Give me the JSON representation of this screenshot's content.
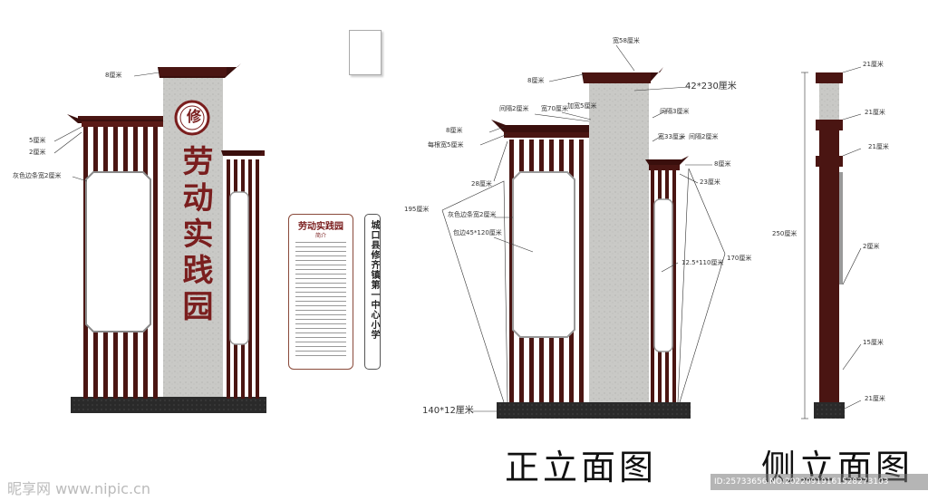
{
  "front_sign": {
    "vertical_title": "劳动实践园",
    "logo_glyph": "修",
    "dims": {
      "top_cap": "8厘米",
      "bar1": "5厘米",
      "bar2": "2厘米",
      "gray_border": "灰色边条宽2厘米"
    }
  },
  "intro_card": {
    "title": "劳动实践园",
    "subtitle": "简介"
  },
  "school_name": "城口县修齐镇第一中心小学",
  "elevation": {
    "dims": {
      "top_width": "宽58厘米",
      "top_cap": "8厘米",
      "stone": "42*230厘米",
      "gap2": "间隔2厘米",
      "width70": "宽70厘米",
      "width5": "加宽5厘米",
      "left_cap": "8厘米",
      "slat_width": "每根宽5厘米",
      "gap3": "间隔3厘米",
      "width33": "宽33厘米",
      "gap2b": "间隔2厘米",
      "right_cap": "8厘米",
      "h28": "28厘米",
      "h23": "23厘米",
      "gray_border": "灰色边条宽2厘米",
      "panel": "包边45*120厘米",
      "h195": "195厘米",
      "small_panel": "12.5*110厘米",
      "h170": "170厘米",
      "base": "140*12厘米"
    },
    "label": "正立面图"
  },
  "side": {
    "dims": {
      "d21a": "21厘米",
      "d21b": "21厘米",
      "d21c": "21厘米",
      "h250": "250厘米",
      "d2": "2厘米",
      "d15": "15厘米",
      "d21d": "21厘米"
    },
    "label": "侧立面图"
  },
  "watermark": {
    "brand": "昵享网 www.nipic.cn",
    "id": "ID:25733656 NO:20220919161528273103"
  },
  "colors": {
    "wood": "#4a1512",
    "stone": "#c9c9c6",
    "base": "#2a2a2a",
    "text_red": "#7a1e1e"
  }
}
